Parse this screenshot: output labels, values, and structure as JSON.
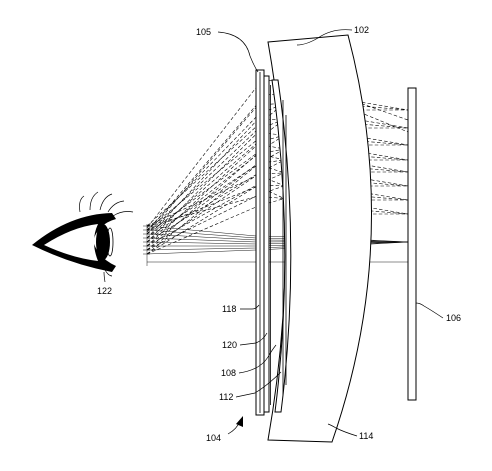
{
  "figure": {
    "labels": {
      "lens_outer": "102",
      "assembly": "104",
      "polarizer": "105",
      "display": "106",
      "layer_108": "108",
      "layer_112": "112",
      "lens_bottom": "114",
      "layer_118": "118",
      "layer_120": "120",
      "eye": "122"
    }
  }
}
